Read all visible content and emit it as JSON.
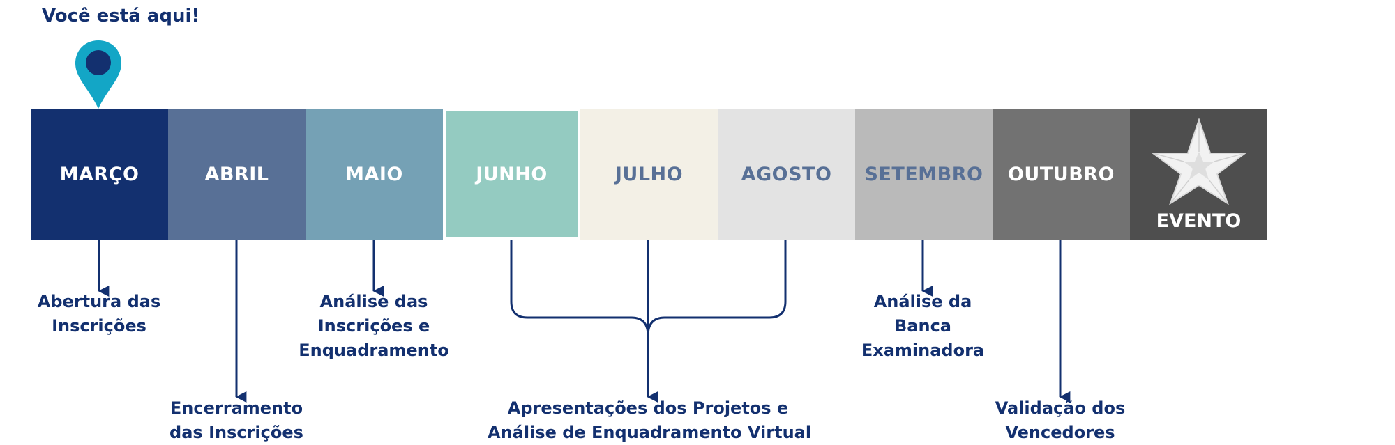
{
  "you_are_here": "Você está aqui!",
  "months": [
    {
      "label": "MARÇO",
      "bg": "#13306f",
      "fg": "#ffffff"
    },
    {
      "label": "ABRIL",
      "bg": "#587096",
      "fg": "#ffffff"
    },
    {
      "label": "MAIO",
      "bg": "#75a1b5",
      "fg": "#ffffff"
    },
    {
      "label": "JUNHO",
      "bg": "#94cbc1",
      "fg": "#ffffff"
    },
    {
      "label": "JULHO",
      "bg": "#f3f0e6",
      "fg": "#587096"
    },
    {
      "label": "AGOSTO",
      "bg": "#e3e3e3",
      "fg": "#587096"
    },
    {
      "label": "SETEMBRO",
      "bg": "#bababa",
      "fg": "#587096"
    },
    {
      "label": "OUTUBRO",
      "bg": "#727272",
      "fg": "#ffffff"
    }
  ],
  "event": {
    "label": "EVENTO",
    "bg": "#4e4e4e",
    "icon": "star-icon"
  },
  "milestones": {
    "abertura": [
      "Abertura das",
      "Inscrições"
    ],
    "encerramento": [
      "Encerramento",
      "das Inscrições"
    ],
    "analise_inscricoes": [
      "Análise das",
      "Inscrições e",
      "Enquadramento"
    ],
    "apresentacoes": [
      "Apresentações dos Projetos e",
      "Análise de Enquadramento Virtual"
    ],
    "analise_banca": [
      "Análise da",
      "Banca",
      "Examinadora"
    ],
    "validacao": [
      "Validação dos",
      "Vencedores"
    ]
  },
  "colors": {
    "navy": "#13306f",
    "pin": "#13a6c6",
    "pin_dot": "#13306f"
  }
}
